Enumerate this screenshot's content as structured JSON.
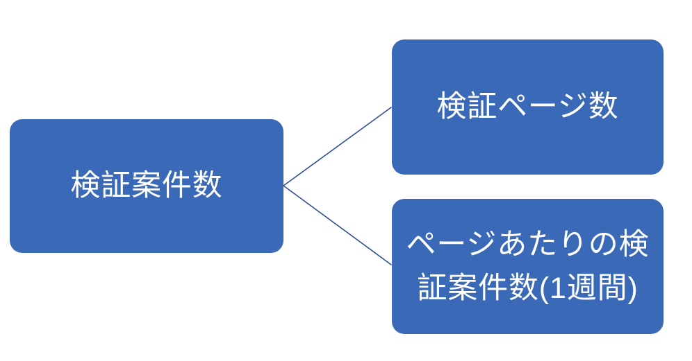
{
  "diagram": {
    "type": "node-tree",
    "background_color": "#ffffff",
    "node_fill_color": "#3A69B8",
    "node_text_color": "#ffffff",
    "connector_color": "#2E5090",
    "nodes": [
      {
        "id": "root",
        "label": "検証案件数",
        "role": "parent"
      },
      {
        "id": "pages",
        "label": "検証ページ数",
        "role": "child"
      },
      {
        "id": "per_page",
        "label": "ページあたりの検\n証案件数(1週間)",
        "role": "child"
      }
    ],
    "connectors": [
      {
        "from": "root",
        "to": "pages"
      },
      {
        "from": "root",
        "to": "per_page"
      }
    ]
  }
}
